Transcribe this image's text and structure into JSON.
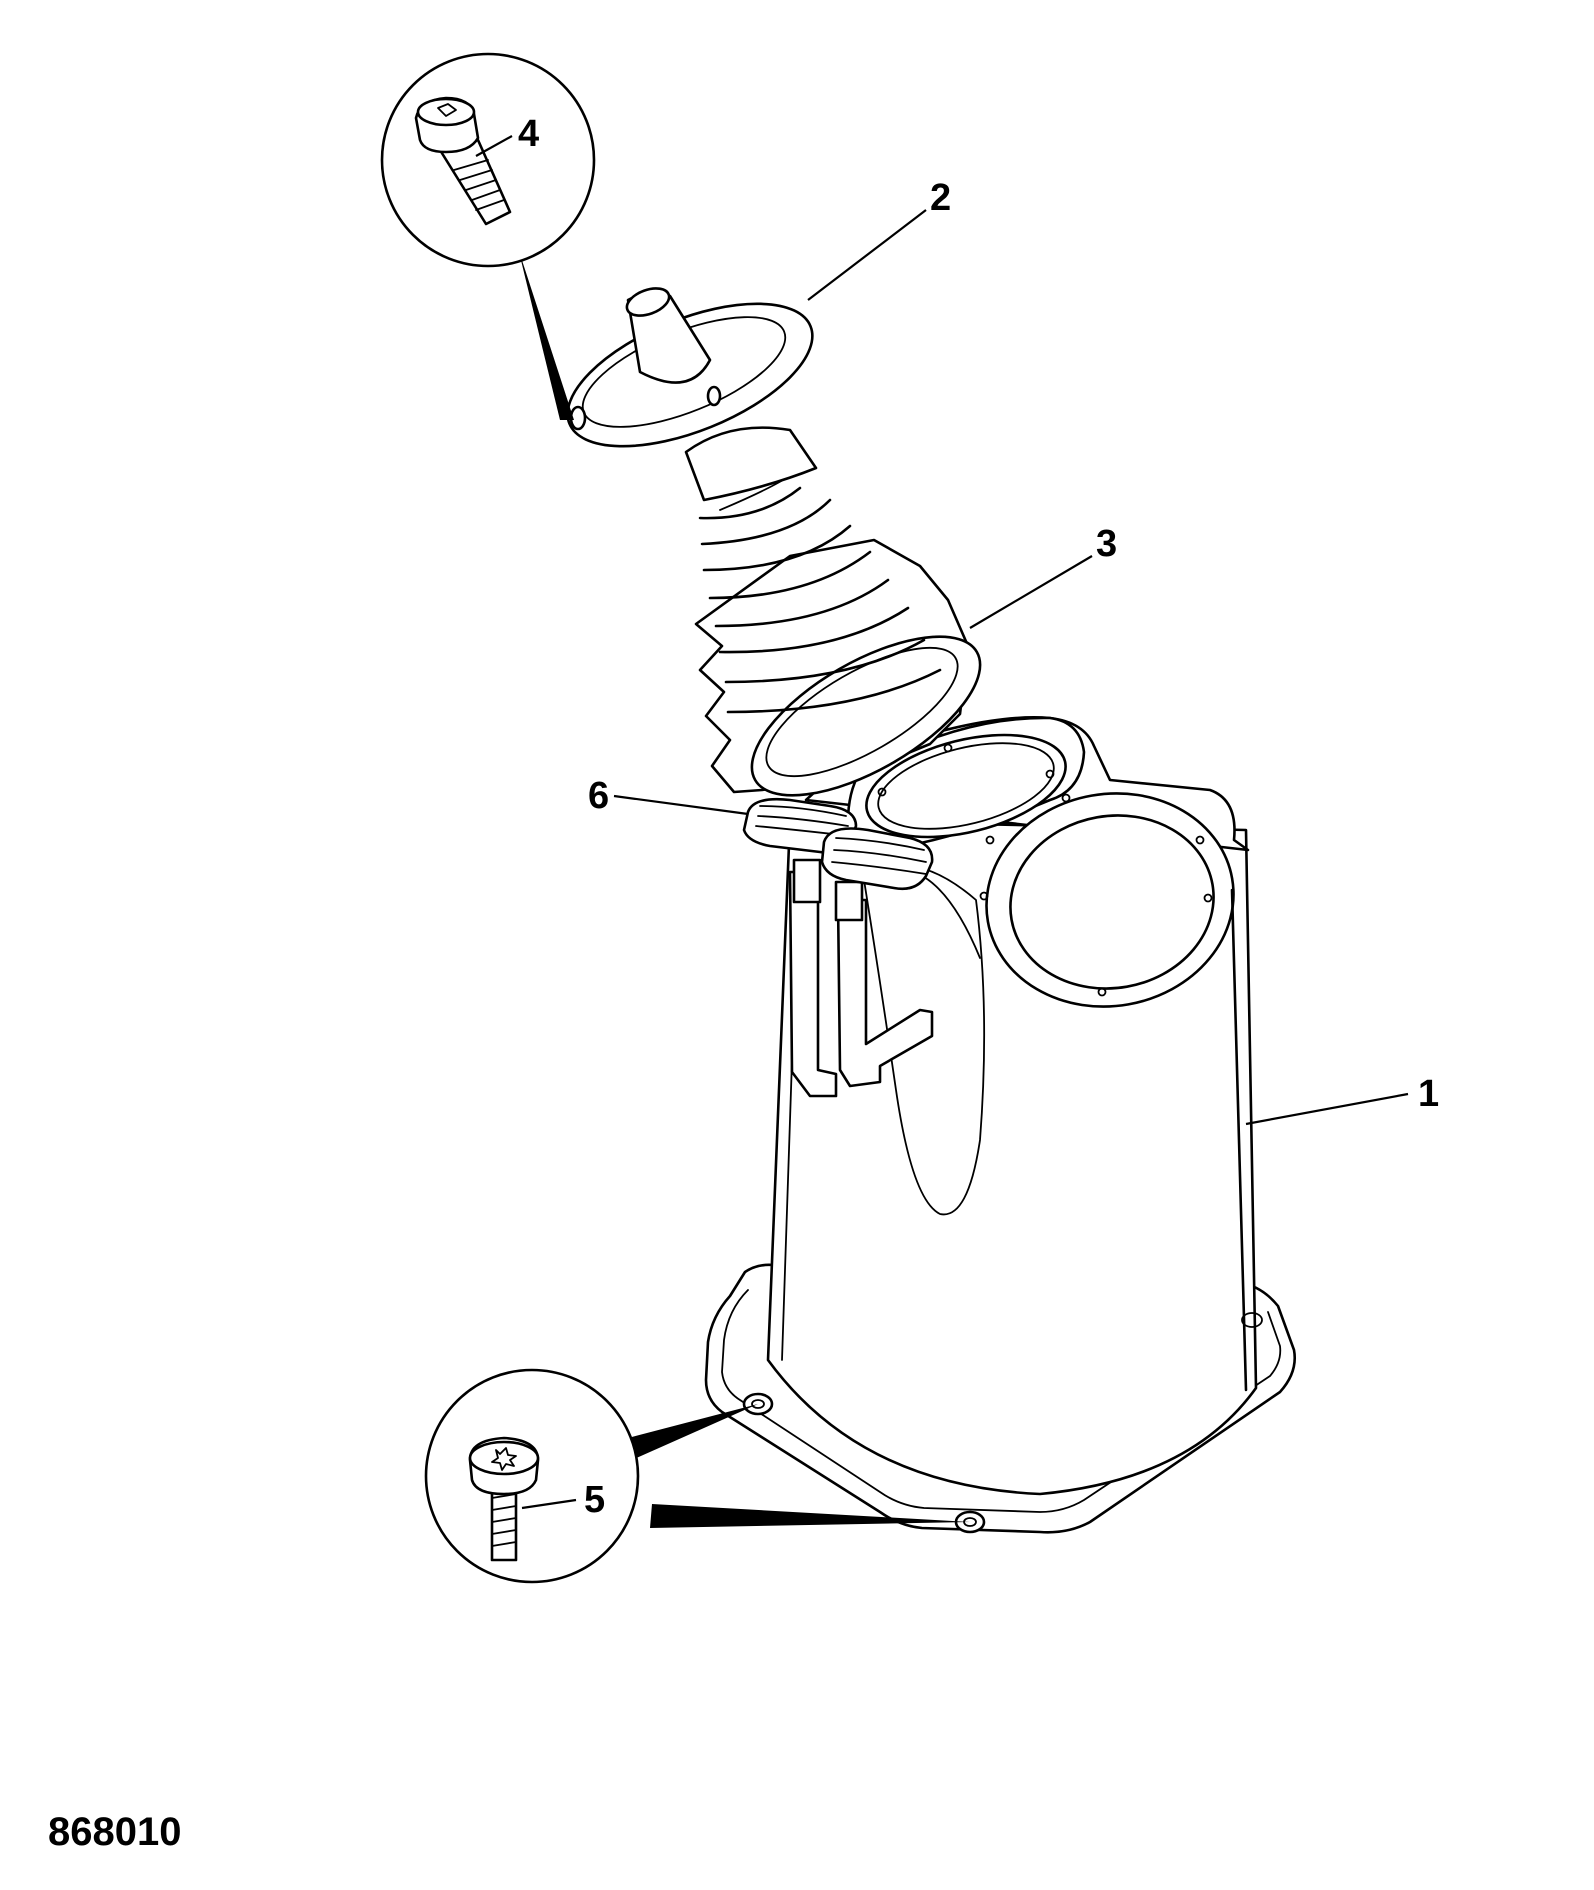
{
  "figure_number": "868010",
  "callouts": {
    "c1": "1",
    "c2": "2",
    "c3": "3",
    "c4": "4",
    "c5": "5",
    "c6": "6"
  }
}
